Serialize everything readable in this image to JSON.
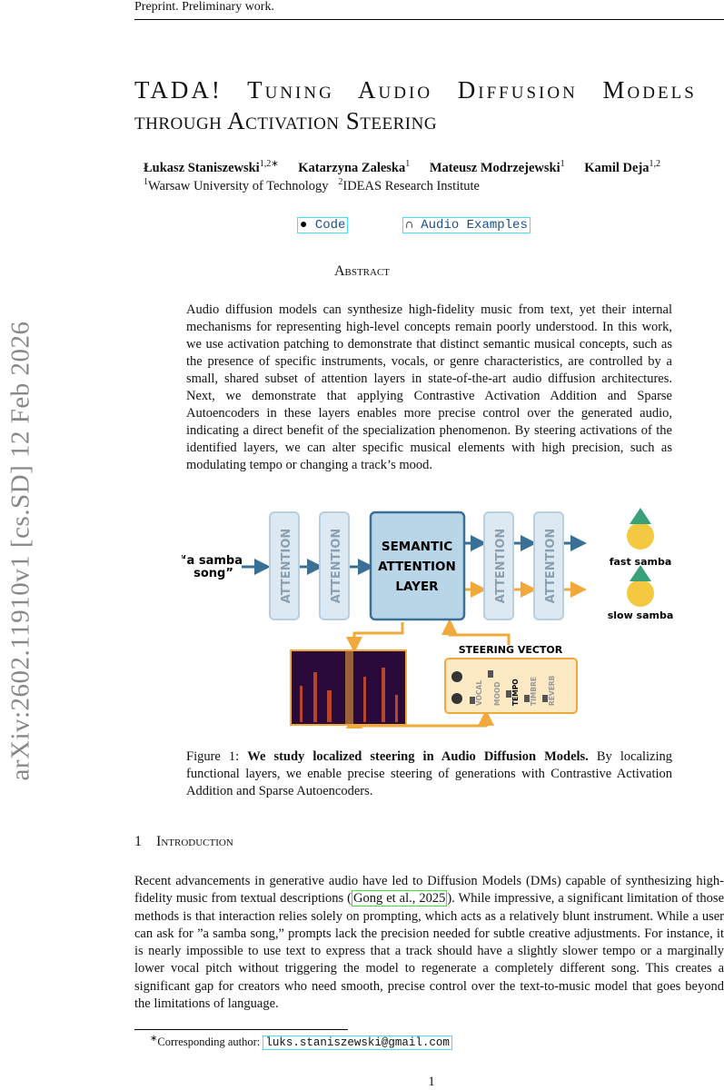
{
  "header": "Preprint. Preliminary work.",
  "title": {
    "line1": "TADA! Tuning Audio Diffusion Models",
    "line2": "through Activation Steering"
  },
  "authors": [
    {
      "name": "Łukasz Staniszewski",
      "sup": "1,2∗"
    },
    {
      "name": "Katarzyna Zaleska",
      "sup": "1"
    },
    {
      "name": "Mateusz Modrzejewski",
      "sup": "1"
    },
    {
      "name": "Kamil Deja",
      "sup": "1,2"
    }
  ],
  "affiliations": [
    {
      "sup": "1",
      "name": "Warsaw University of Technology"
    },
    {
      "sup": "2",
      "name": "IDEAS Research Institute"
    }
  ],
  "links": {
    "code": "Code",
    "audio": "Audio Examples"
  },
  "arxiv_id": "arXiv:2602.11910v1  [cs.SD]  12 Feb 2026",
  "abstract": {
    "title": "Abstract",
    "text": "Audio diffusion models can synthesize high-fidelity music from text, yet their internal mechanisms for representing high-level concepts remain poorly understood. In this work, we use activation patching to demonstrate that distinct semantic musical concepts, such as the presence of specific instruments, vocals, or genre characteristics, are controlled by a small, shared subset of attention layers in state-of-the-art audio diffusion architectures. Next, we demonstrate that applying Contrastive Activation Addition and Sparse Autoencoders in these layers enables more precise control over the generated audio, indicating a direct benefit of the specialization phenomenon. By steering activations of the identified layers, we can alter specific musical elements with high precision, such as modulating tempo or changing a track’s mood."
  },
  "figure": {
    "prompt1": "“a samba",
    "prompt2": "song”",
    "attention": "ATTENTION",
    "semantic": [
      "SEMANTIC",
      "ATTENTION",
      "LAYER"
    ],
    "fast": "fast samba",
    "slow": "slow samba",
    "steering": "STEERING VECTOR",
    "sliders": [
      "VOCAL",
      "MOOD",
      "TEMPO",
      "TIMBRE",
      "REVERB"
    ],
    "colors": {
      "blue": "#3a6f96",
      "orange": "#f2a93b",
      "box": "#dde9f2",
      "semantic": "#b9d5e8"
    }
  },
  "caption": {
    "label": "Figure 1:",
    "bold": "We study localized steering in Audio Diffusion Models.",
    "text": " By localizing functional layers, we enable precise steering of generations with Contrastive Activation Addition and Sparse Autoencoders."
  },
  "section": {
    "number": "1",
    "title": "Introduction"
  },
  "intro": {
    "p1": "Recent advancements in generative audio have led to Diffusion Models (DMs) capable of synthesizing high-fidelity music from textual descriptions (",
    "cite": "Gong et al., 2025",
    "p2": "). While impressive, a significant limitation of those methods is that interaction relies solely on prompting, which acts as a relatively blunt instrument. While a user can ask for ”a samba song,” prompts lack the precision needed for subtle creative adjustments. For instance, it is nearly impossible to use text to express that a track should have a slightly slower tempo or a marginally lower vocal pitch without triggering the model to regenerate a completely different song. This creates a significant gap for creators who need smooth, precise control over the text-to-music model that goes beyond the limitations of language."
  },
  "footnote": {
    "mark": "∗",
    "text": "Corresponding author: ",
    "email": "luks.staniszewski@gmail.com"
  },
  "page_number": "1"
}
